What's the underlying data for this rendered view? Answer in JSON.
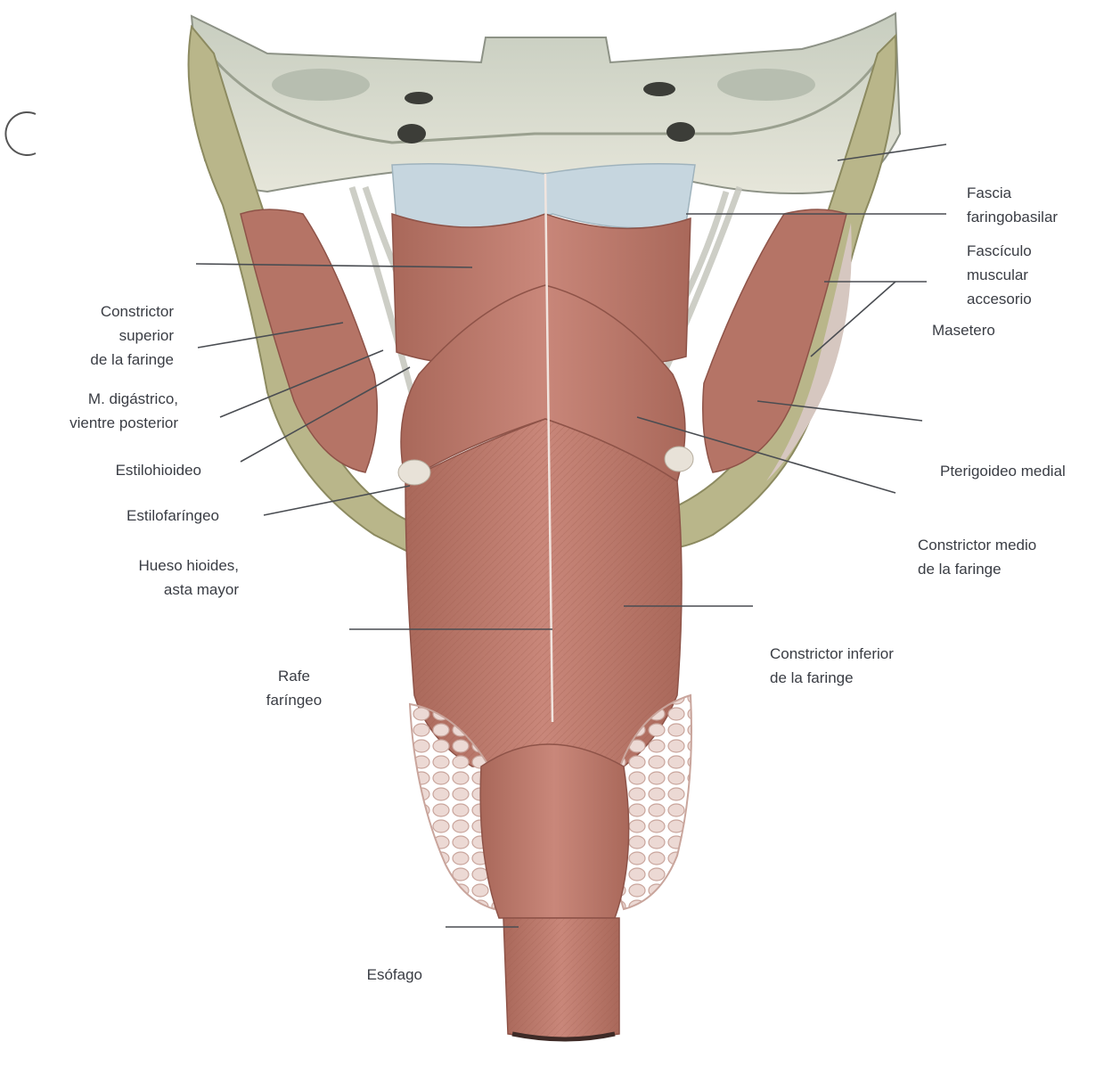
{
  "diagram": {
    "labels": {
      "fascia": [
        "Fascia",
        "faringobasilar"
      ],
      "fasciculo": [
        "Fascículo",
        "muscular",
        "accesorio"
      ],
      "constrictor_superior": [
        "Constrictor",
        "superior",
        "de la faringe"
      ],
      "masetero": [
        "Masetero"
      ],
      "digastrico": [
        "M. digástrico,",
        "vientre posterior"
      ],
      "pterigoideo": [
        "Pterigoideo medial"
      ],
      "estilohioideo": [
        "Estilohioideo"
      ],
      "estilofaringeo": [
        "Estilofaríngeo"
      ],
      "constrictor_medio": [
        "Constrictor medio",
        "de la faringe"
      ],
      "hueso_hioides": [
        "Hueso hioides,",
        "asta mayor"
      ],
      "constrictor_inferior": [
        "Constrictor inferior",
        "de la faringe"
      ],
      "rafe": [
        "Rafe",
        "faríngeo"
      ],
      "esofago": [
        "Esófago"
      ]
    }
  }
}
